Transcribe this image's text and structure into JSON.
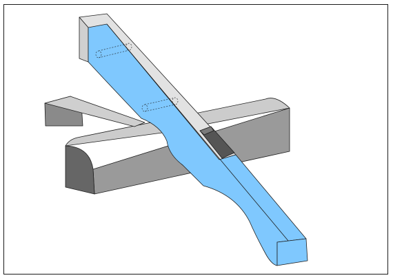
{
  "viewport": {
    "type": "3d-cad-isometric-view",
    "background": "#ffffff",
    "frame_border_color": "#1a1a1a"
  },
  "parts": [
    {
      "name": "cross-beam",
      "faces": {
        "top": "#cccccc",
        "front": "#9a9a9a",
        "end_dark": "#666666",
        "end_mid": "#8a8a8a"
      }
    },
    {
      "name": "selected-strut",
      "faces": {
        "front": "#7fc8fe",
        "top": "#e2e2e2",
        "end": "#d0d0d0",
        "slot": "#555555",
        "slot_side": "#7a7a7a"
      },
      "hidden_holes": 2,
      "hole_style": "dashed"
    }
  ],
  "edge_color": "#1e1e1e"
}
